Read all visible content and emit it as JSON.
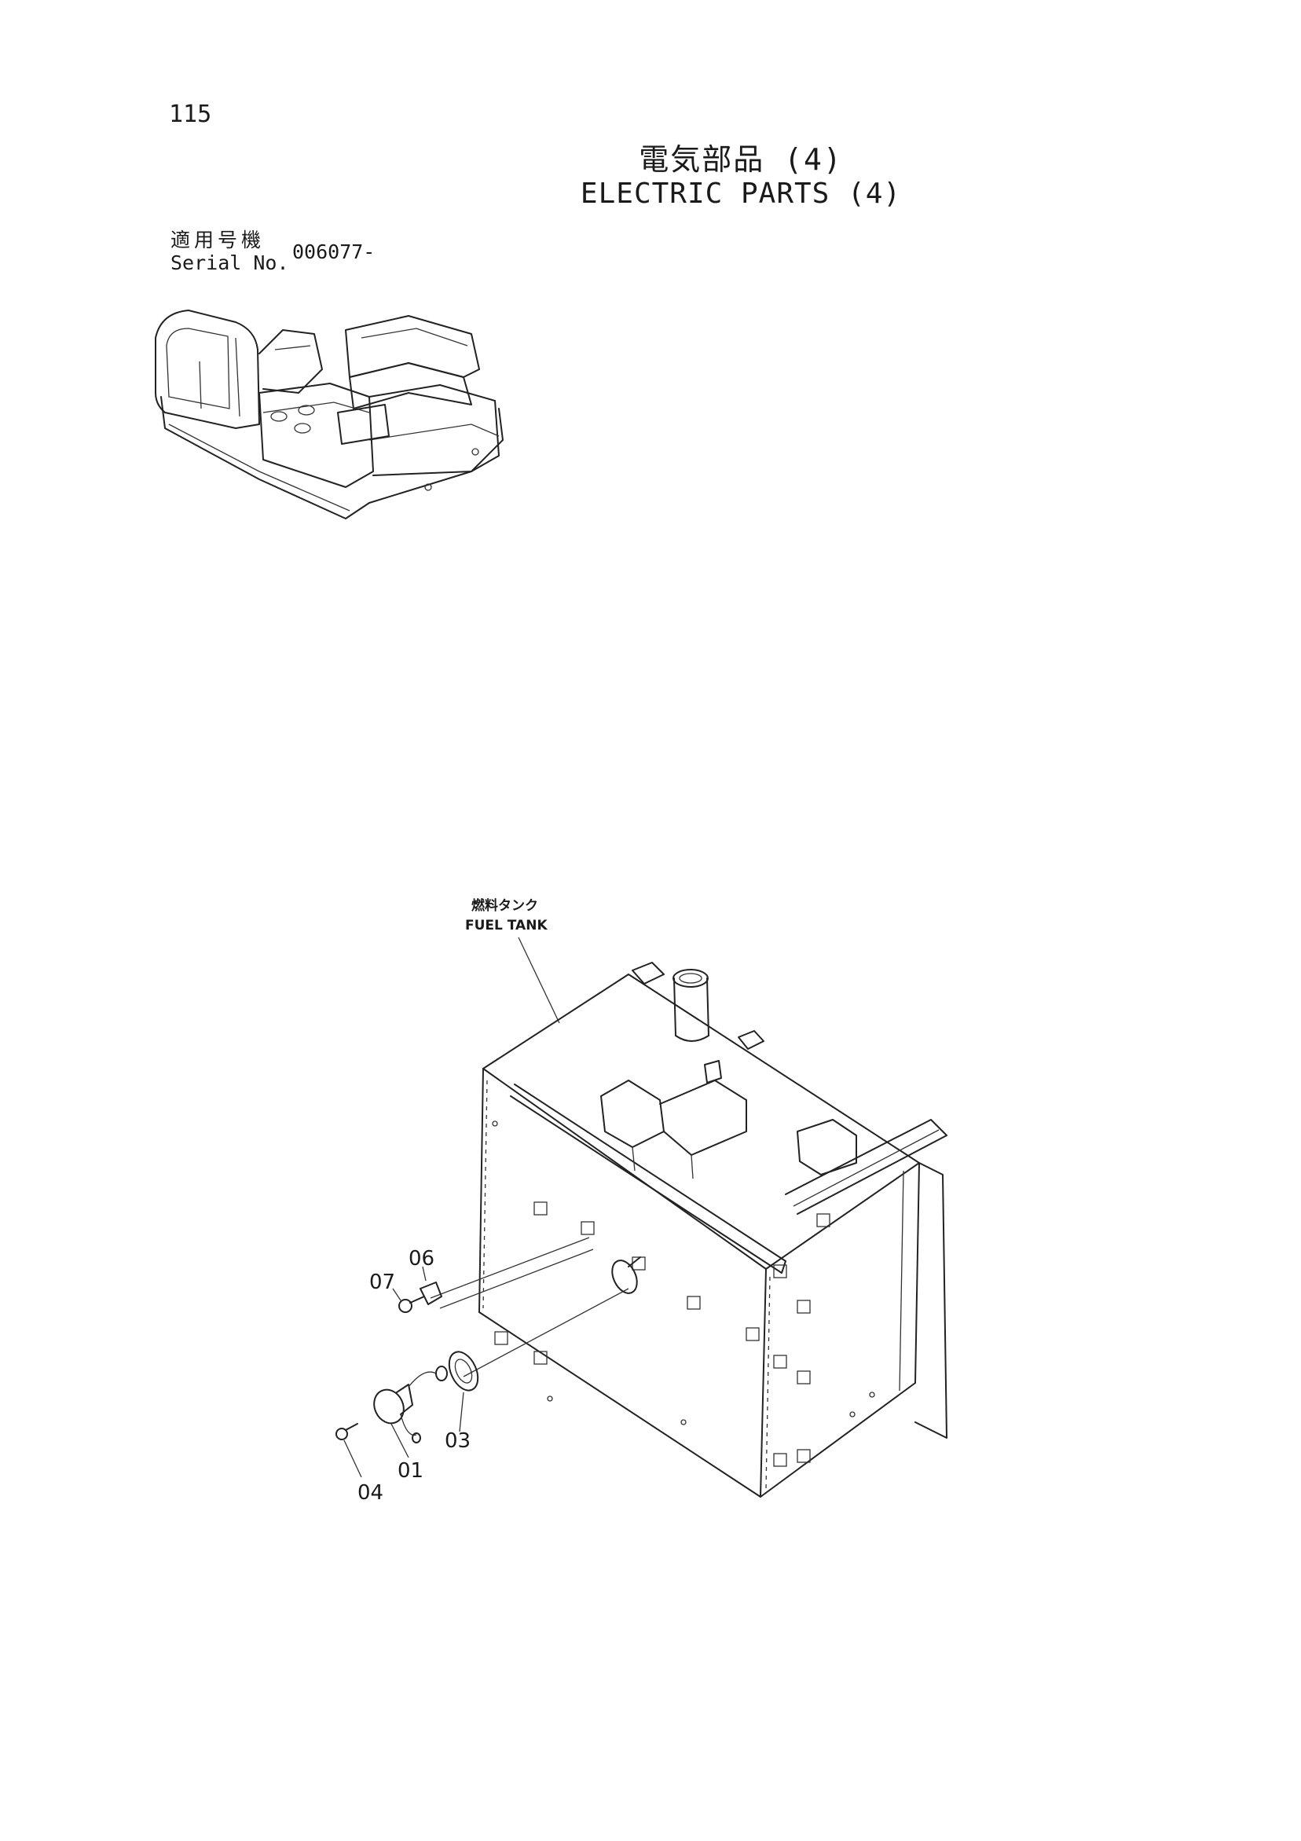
{
  "header": {
    "page_number": "115",
    "title_ja": "電気部品 (4)",
    "title_en": "ELECTRIC PARTS (4)"
  },
  "serial": {
    "label_ja": "適用号機",
    "label_en": "Serial No.",
    "value": "006077-"
  },
  "diagram": {
    "tank_label_ja": "燃料タンク",
    "tank_label_en": "FUEL TANK",
    "callouts": [
      "06",
      "07",
      "03",
      "01",
      "04"
    ]
  }
}
